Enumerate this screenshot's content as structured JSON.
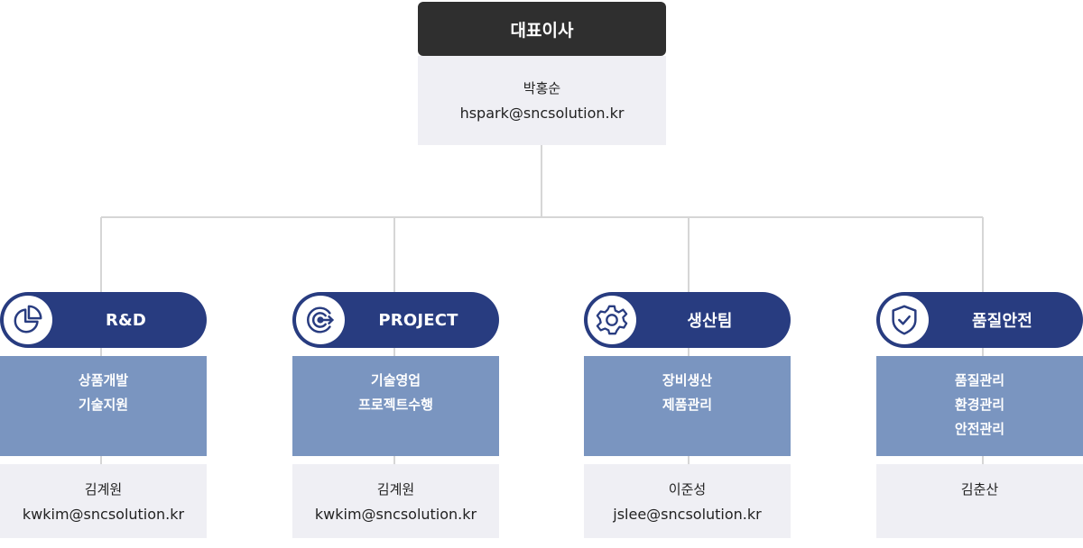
{
  "ceo": {
    "title": "대표이사",
    "name": "박홍순",
    "email": "hspark@sncsolution.kr"
  },
  "colors": {
    "ceo_header": "#2f2f2f",
    "dept_pill": "#283c80",
    "duty_box": "#7a95c0",
    "info_box": "#efeff4",
    "connector": "#d6d6d6"
  },
  "departments": [
    {
      "name": "R&D",
      "icon": "pie-chart-icon",
      "duties": [
        "상품개발",
        "기술지원"
      ],
      "manager_name": "김계원",
      "manager_email": "kwkim@sncsolution.kr"
    },
    {
      "name": "PROJECT",
      "icon": "target-icon",
      "duties": [
        "기술영업",
        "프로젝트수행"
      ],
      "manager_name": "김계원",
      "manager_email": "kwkim@sncsolution.kr"
    },
    {
      "name": "생산팀",
      "icon": "gear-icon",
      "duties": [
        "장비생산",
        "제품관리"
      ],
      "manager_name": "이준성",
      "manager_email": "jslee@sncsolution.kr"
    },
    {
      "name": "품질안전",
      "icon": "shield-check-icon",
      "duties": [
        "품질관리",
        "환경관리",
        "안전관리"
      ],
      "manager_name": "김춘산",
      "manager_email": ""
    }
  ]
}
